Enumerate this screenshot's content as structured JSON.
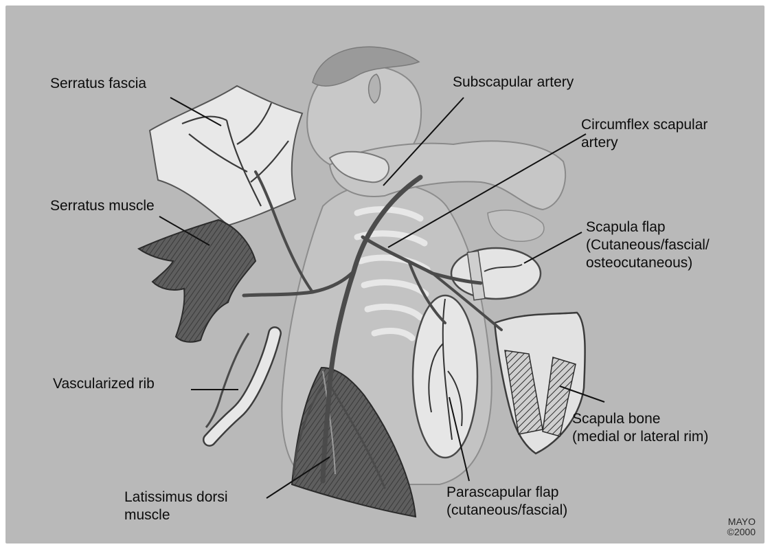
{
  "labels": {
    "serratus_fascia": "Serratus fascia",
    "serratus_muscle": "Serratus muscle",
    "vascularized_rib": "Vascularized rib",
    "latissimus_line1": "Latissimus dorsi",
    "latissimus_line2": "muscle",
    "subscapular_artery": "Subscapular artery",
    "circumflex_line1": "Circumflex scapular",
    "circumflex_line2": "artery",
    "scapula_flap_line1": "Scapula flap",
    "scapula_flap_line2": "(Cutaneous/fascial/",
    "scapula_flap_line3": "osteocutaneous)",
    "scapula_bone_line1": "Scapula bone",
    "scapula_bone_line2": "(medial or lateral rim)",
    "parascapular_line1": "Parascapular flap",
    "parascapular_line2": "(cutaneous/fascial)"
  },
  "credit": {
    "line1": "MAYO",
    "line2": "©2000"
  },
  "colors": {
    "background": "#b9b9b9",
    "skin": "#c4c4c4",
    "tissue_light": "#e6e6e6",
    "muscle_dark": "#5a5a5a",
    "vessel": "#4a4a4a",
    "leader": "#111111"
  }
}
